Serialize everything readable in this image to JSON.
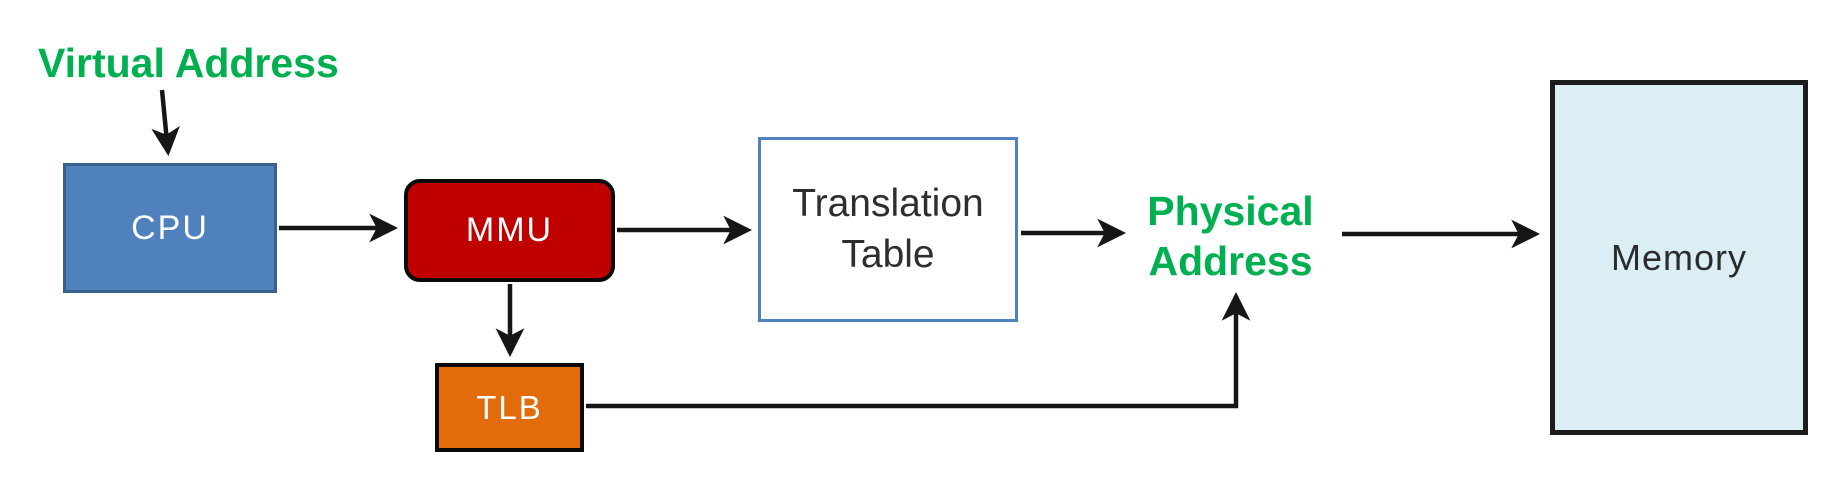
{
  "diagram": {
    "type": "flow-diagram",
    "subject": "virtual to physical address translation",
    "background": "#ffffff",
    "arrow_color": "#161616",
    "label_color": "#00b050",
    "virtual_address": {
      "text": "Virtual Address"
    },
    "physical_address": {
      "line1": "Physical",
      "line2": "Address"
    },
    "nodes": {
      "cpu": {
        "label": "CPU",
        "fill": "#4f81bd",
        "border_color": "#38618f",
        "text_color": "#ffffff"
      },
      "mmu": {
        "label": "MMU",
        "fill": "#c00000",
        "border_color": "#0a0a0a",
        "text_color": "#ffffff"
      },
      "translation_table": {
        "line1": "Translation",
        "line2": "Table",
        "fill": "#ffffff",
        "border_color": "#4f81bd",
        "text_color": "#2e2e2e"
      },
      "tlb": {
        "label": "TLB",
        "fill": "#e36c0a",
        "border_color": "#0a0a0a",
        "text_color": "#ffffff"
      },
      "memory": {
        "label": "Memory",
        "fill": "#daeef3",
        "border_color": "#1c1c1c",
        "text_color": "#2b2b2b"
      }
    },
    "connections": [
      {
        "from": "virtual-address-label",
        "to": "cpu"
      },
      {
        "from": "cpu",
        "to": "mmu"
      },
      {
        "from": "mmu",
        "to": "translation-table"
      },
      {
        "from": "mmu",
        "to": "tlb"
      },
      {
        "from": "translation-table",
        "to": "physical-address-label"
      },
      {
        "from": "tlb",
        "to": "physical-address-label"
      },
      {
        "from": "physical-address-label",
        "to": "memory"
      }
    ]
  }
}
